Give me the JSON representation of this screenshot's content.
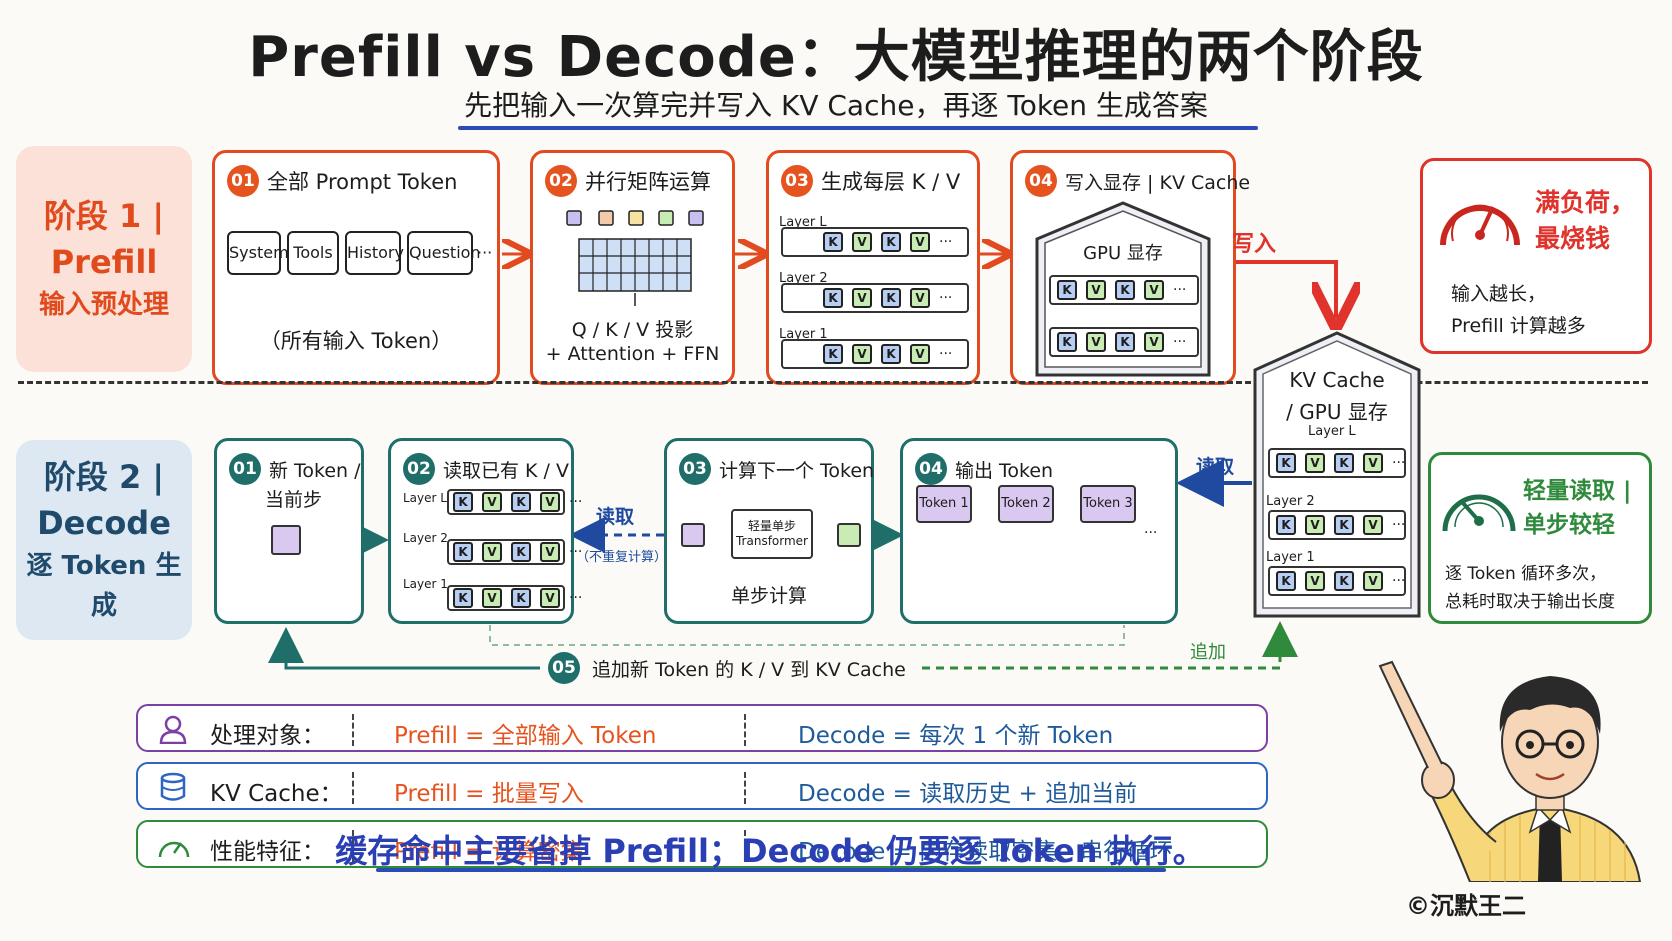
{
  "title": "Prefill vs Decode：大模型推理的两个阶段",
  "subtitle": "先把输入一次算完并写入 KV Cache，再逐 Token 生成答案",
  "phase1": {
    "line1": "阶段 1 |",
    "line2": "Prefill",
    "line3": "输入预处理"
  },
  "phase2": {
    "line1": "阶段 2 |",
    "line2": "Decode",
    "line3": "逐 Token 生成"
  },
  "prefill": {
    "step1": {
      "num": "01",
      "title": "全部 Prompt Token",
      "chips": [
        "System",
        "Tools",
        "History",
        "Question"
      ],
      "ellipsis": "···",
      "caption": "（所有输入 Token）"
    },
    "step2": {
      "num": "02",
      "title": "并行矩阵运算",
      "line1": "Q / K / V 投影",
      "line2": "+ Attention + FFN"
    },
    "step3": {
      "num": "03",
      "title": "生成每层 K / V",
      "layers": [
        "Layer L",
        "Layer 2",
        "Layer 1"
      ]
    },
    "step4": {
      "num": "04",
      "title": "写入显存 | KV Cache",
      "gpu": "GPU 显存"
    },
    "write_label": "写入"
  },
  "kv_cache": {
    "title1": "KV Cache",
    "title2": "/ GPU 显存",
    "layers": [
      "Layer L",
      "Layer 2",
      "Layer 1"
    ]
  },
  "kv_letters": {
    "k": "K",
    "v": "V",
    "more": "···"
  },
  "full_load": {
    "title1": "满负荷，",
    "title2": "最烧钱",
    "desc1": "输入越长，",
    "desc2": "Prefill 计算越多"
  },
  "light_read": {
    "title1": "轻量读取 |",
    "title2": "单步较轻",
    "desc1": "逐 Token 循环多次，",
    "desc2": "总耗时取决于输出长度"
  },
  "decode": {
    "step1": {
      "num": "01",
      "title1": "新 Token /",
      "title2": "当前步"
    },
    "step2": {
      "num": "02",
      "title": "读取已有 K / V",
      "layers": [
        "Layer L",
        "Layer 2",
        "Layer 1"
      ]
    },
    "step3": {
      "num": "03",
      "title": "计算下一个 Token",
      "inner1": "轻量单步",
      "inner2": "Transformer",
      "caption": "单步计算"
    },
    "step4": {
      "num": "04",
      "title": "输出 Token",
      "tokens": [
        "Token 1",
        "Token 2",
        "Token 3"
      ]
    },
    "read_label": "读取",
    "read_label2": "读取",
    "no_recompute": "（不重复计算）",
    "append_label": "追加",
    "step5": {
      "num": "05",
      "text": "追加新 Token 的 K / V 到 KV Cache"
    }
  },
  "legend": [
    {
      "label": "处理对象：",
      "prefill": "Prefill = 全部输入 Token",
      "decode": "Decode = 每次 1 个新 Token",
      "color": "#7b3fa5",
      "icon": "user-icon"
    },
    {
      "label": "KV Cache：",
      "prefill": "Prefill = 批量写入",
      "decode": "Decode = 读取历史 + 追加当前",
      "color": "#2e64c4",
      "icon": "database-icon"
    },
    {
      "label": "性能特征：",
      "prefill": "Prefill = 计算密集",
      "decode": "Decode = 内存读取密集、串行循环",
      "color": "#2f8a3c",
      "icon": "gauge-icon"
    }
  ],
  "bottom_note": "缓存命中主要省掉 Prefill；Decode 仍要逐 Token 执行。",
  "credit": "©沉默王二"
}
